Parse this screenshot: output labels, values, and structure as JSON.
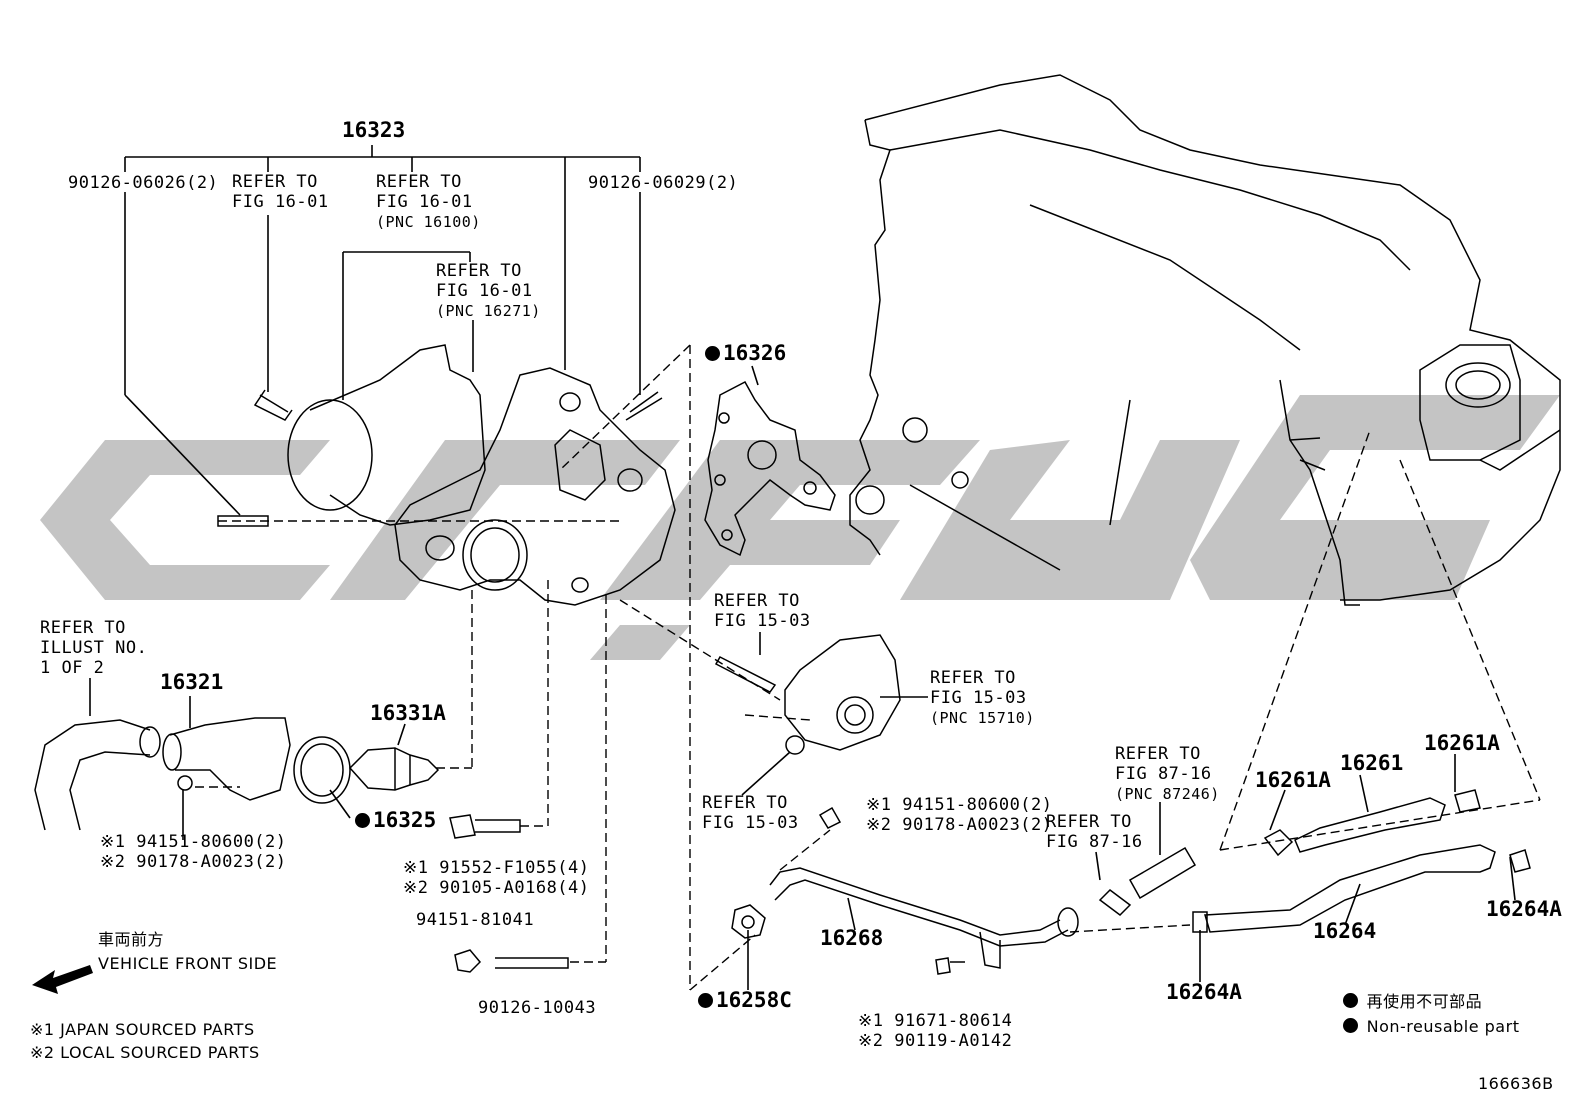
{
  "diagram": {
    "top_part": "16323",
    "labels": {
      "bolt_left": "90126-06026(2)",
      "bolt_right": "90126-06029(2)",
      "ref_a": [
        "REFER TO",
        "FIG 16-01"
      ],
      "ref_b": [
        "REFER TO",
        "FIG 16-01",
        "(PNC 16100)"
      ],
      "ref_c": [
        "REFER TO",
        "FIG 16-01",
        "(PNC 16271)"
      ],
      "illust": [
        "REFER TO",
        "ILLUST NO.",
        "1 OF 2"
      ],
      "ref_15_a": [
        "REFER TO",
        "FIG 15-03"
      ],
      "ref_15_b": [
        "REFER TO",
        "FIG 15-03",
        "(PNC 15710)"
      ],
      "ref_15_c": [
        "REFER TO",
        "FIG 15-03"
      ],
      "ref_87_a": [
        "REFER TO",
        "FIG 87-16",
        "(PNC 87246)"
      ],
      "ref_87_b": [
        "REFER TO",
        "FIG 87-16"
      ]
    },
    "parts": {
      "p16326": "16326",
      "p16321": "16321",
      "p16331a": "16331A",
      "p16325": "16325",
      "p16258c": "16258C",
      "p16268": "16268",
      "p16261": "16261",
      "p16261a_l": "16261A",
      "p16261a_r": "16261A",
      "p16264": "16264",
      "p16264a_r": "16264A",
      "p16264a_b": "16264A"
    },
    "notes": {
      "n1": [
        "※1 94151-80600(2)",
        "※2 90178-A0023(2)"
      ],
      "n2": [
        "※1 91552-F1055(4)",
        "※2 90105-A0168(4)"
      ],
      "n3": "94151-81041",
      "n4": "90126-10043",
      "n5": [
        "※1 94151-80600(2)",
        "※2 90178-A0023(2)"
      ],
      "n6": [
        "※1 91671-80614",
        "※2 90119-A0142"
      ]
    },
    "front_jp": "車両前方",
    "front_en": "VEHICLE FRONT SIDE",
    "source1": "※1 JAPAN SOURCED PARTS",
    "source2": "※2 LOCAL SOURCED PARTS",
    "legend_jp": "再使用不可部品",
    "legend_en": "Non-reusable part",
    "figure_id": "166636B",
    "watermark_color": "#c4c4c4"
  }
}
